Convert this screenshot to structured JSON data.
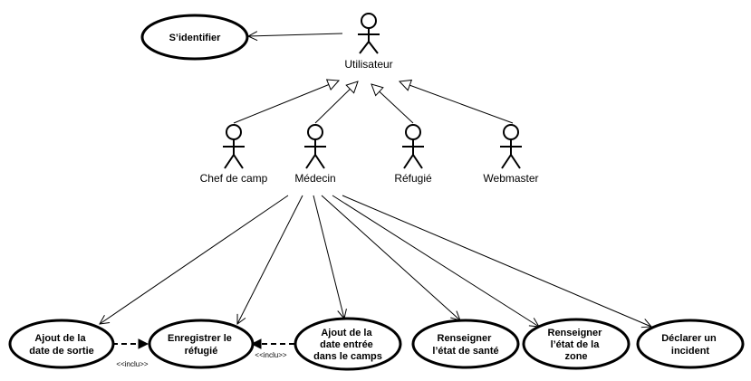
{
  "actors": {
    "utilisateur": "Utilisateur",
    "chef": "Chef de camp",
    "medecin": "Médecin",
    "refugie": "Réfugié",
    "webmaster": "Webmaster"
  },
  "use_cases": {
    "identifier": [
      "S’identifier"
    ],
    "sortie": [
      "Ajout de la",
      "date de sortie"
    ],
    "enregistrer": [
      "Enregistrer le",
      "réfugié"
    ],
    "entree": [
      "Ajout de la",
      "date entrée",
      "dans le camps"
    ],
    "sante": [
      "Renseigner",
      "l’état de santé"
    ],
    "zone": [
      "Renseigner",
      "l’état de la",
      "zone"
    ],
    "incident": [
      "Déclarer un",
      "incident"
    ]
  },
  "include_label": "<<inclu>>"
}
